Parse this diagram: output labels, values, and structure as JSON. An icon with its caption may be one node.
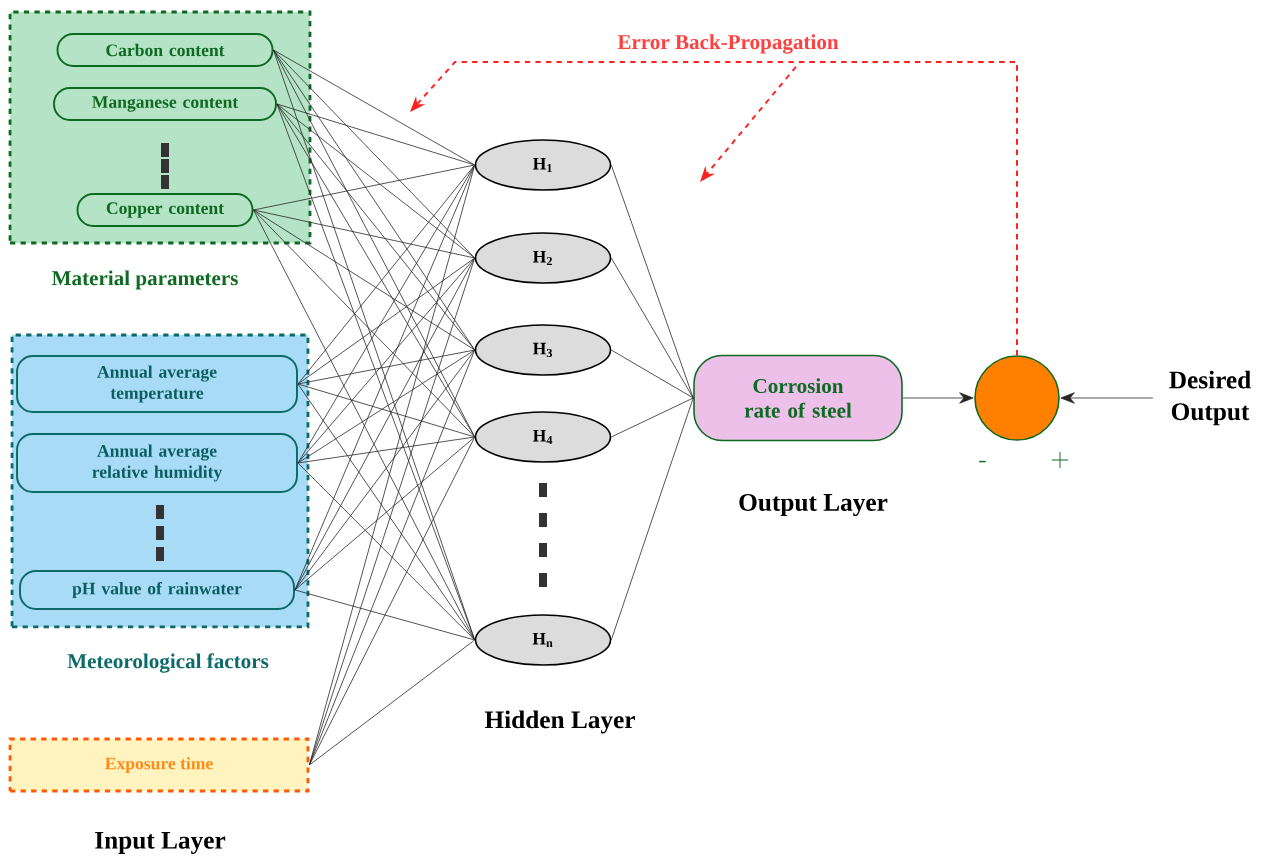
{
  "diagram": {
    "nodes": [
      {
        "text": [
          "Material parameters"
        ]
      },
      {
        "text": [
          "Carbon content"
        ],
        "in": 0
      },
      {
        "text": [
          "Manganese content"
        ],
        "in": 0
      },
      {
        "text": [
          "Copper content"
        ],
        "in": 0
      },
      {
        "text": [
          "Meteorological factors"
        ]
      },
      {
        "text": [
          "Annual average temperature"
        ],
        "in": 4
      },
      {
        "text": [
          "Annual average relative humidity"
        ],
        "in": 4
      },
      {
        "text": [
          "pH value of rainwater"
        ],
        "in": 4
      },
      {
        "text": [
          "Exposure time"
        ]
      },
      {
        "text": [
          "H$_{1}$"
        ]
      },
      {
        "text": [
          "H$_{2}$"
        ]
      },
      {
        "text": [
          "H$_{3}$"
        ]
      },
      {
        "text": [
          "H$_{4}$"
        ]
      },
      {
        "text": [
          "H$_{n}$"
        ]
      },
      {
        "text": [
          "Corrosion rate of steel"
        ]
      },
      {
        "text": [],
        "shape": "circle",
        "beside": [
          "-",
          "+"
        ]
      },
      {
        "text": [
          "Desired Output"
        ]
      }
    ],
    "edges": [
      {
        "from": 1,
        "to": 9,
        "arrow": "none"
      },
      {
        "from": 1,
        "to": 10,
        "arrow": "none"
      },
      {
        "from": 1,
        "to": 11,
        "arrow": "none"
      },
      {
        "from": 1,
        "to": 12,
        "arrow": "none"
      },
      {
        "from": 1,
        "to": 13,
        "arrow": "none"
      },
      {
        "from": 2,
        "to": 9,
        "arrow": "none"
      },
      {
        "from": 2,
        "to": 10,
        "arrow": "none"
      },
      {
        "from": 2,
        "to": 11,
        "arrow": "none"
      },
      {
        "from": 2,
        "to": 12,
        "arrow": "none"
      },
      {
        "from": 2,
        "to": 13,
        "arrow": "none"
      },
      {
        "from": 3,
        "to": 9,
        "arrow": "none"
      },
      {
        "from": 3,
        "to": 10,
        "arrow": "none"
      },
      {
        "from": 3,
        "to": 11,
        "arrow": "none"
      },
      {
        "from": 3,
        "to": 12,
        "arrow": "none"
      },
      {
        "from": 3,
        "to": 13,
        "arrow": "none"
      },
      {
        "from": 5,
        "to": 9,
        "arrow": "none"
      },
      {
        "from": 5,
        "to": 10,
        "arrow": "none"
      },
      {
        "from": 5,
        "to": 11,
        "arrow": "none"
      },
      {
        "from": 5,
        "to": 12,
        "arrow": "none"
      },
      {
        "from": 5,
        "to": 13,
        "arrow": "none"
      },
      {
        "from": 6,
        "to": 9,
        "arrow": "none"
      },
      {
        "from": 6,
        "to": 10,
        "arrow": "none"
      },
      {
        "from": 6,
        "to": 11,
        "arrow": "none"
      },
      {
        "from": 6,
        "to": 12,
        "arrow": "none"
      },
      {
        "from": 6,
        "to": 13,
        "arrow": "none"
      },
      {
        "from": 7,
        "to": 9,
        "arrow": "none"
      },
      {
        "from": 7,
        "to": 10,
        "arrow": "none"
      },
      {
        "from": 7,
        "to": 11,
        "arrow": "none"
      },
      {
        "from": 7,
        "to": 12,
        "arrow": "none"
      },
      {
        "from": 7,
        "to": 13,
        "arrow": "none"
      },
      {
        "from": 8,
        "to": 9,
        "arrow": "none"
      },
      {
        "from": 8,
        "to": 10,
        "arrow": "none"
      },
      {
        "from": 8,
        "to": 11,
        "arrow": "none"
      },
      {
        "from": 8,
        "to": 12,
        "arrow": "none"
      },
      {
        "from": 8,
        "to": 13,
        "arrow": "none"
      },
      {
        "from": 9,
        "to": 14,
        "arrow": "none"
      },
      {
        "from": 10,
        "to": 14,
        "arrow": "none"
      },
      {
        "from": 11,
        "to": 14,
        "arrow": "none"
      },
      {
        "from": 12,
        "to": 14,
        "arrow": "none"
      },
      {
        "from": 13,
        "to": 14,
        "arrow": "none"
      },
      {
        "from": 14,
        "to": 15,
        "arrow": "to"
      },
      {
        "from": 16,
        "to": 15,
        "arrow": "to"
      },
      {
        "from": 15,
        "to": null,
        "arrow": "to",
        "style": "dashed",
        "color": "#ff2020"
      },
      {
        "from": 15,
        "to": null,
        "arrow": "to",
        "style": "dashed",
        "color": "#ff2020"
      }
    ],
    "labels": [
      "Error Back-Propagation",
      "Output Layer",
      "Hidden Layer",
      "Input Layer"
    ]
  }
}
